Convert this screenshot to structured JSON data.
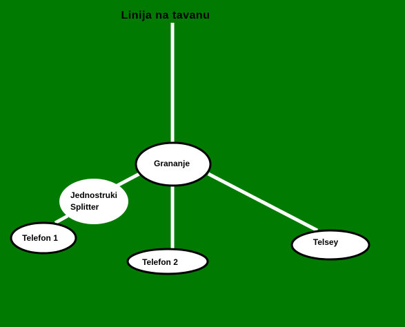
{
  "diagram": {
    "title": "Linija na tavanu",
    "nodes": {
      "grananje": "Grananje",
      "splitter_line1": "Jednostruki",
      "splitter_line2": "Splitter",
      "telefon1": "Telefon 1",
      "telefon2": "Telefon 2",
      "telsey": "Telsey"
    },
    "colors": {
      "background": "#007a00",
      "line": "#ffffff",
      "node_fill": "#ffffff",
      "node_outline": "#000000",
      "text": "#000000"
    }
  }
}
